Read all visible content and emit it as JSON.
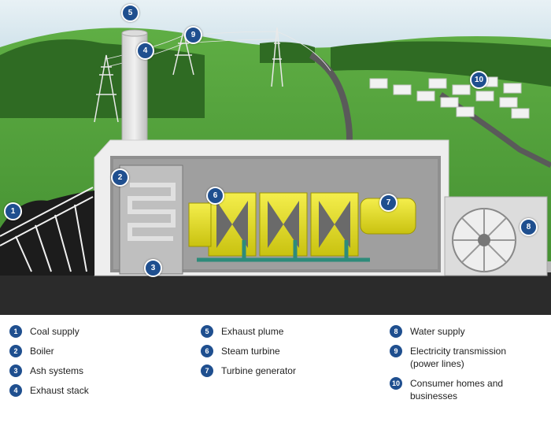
{
  "callouts": [
    {
      "num": "1",
      "label": "Coal supply"
    },
    {
      "num": "2",
      "label": "Boiler"
    },
    {
      "num": "3",
      "label": "Ash systems"
    },
    {
      "num": "4",
      "label": "Exhaust stack"
    },
    {
      "num": "5",
      "label": "Exhaust plume"
    },
    {
      "num": "6",
      "label": "Steam turbine"
    },
    {
      "num": "7",
      "label": "Turbine generator"
    },
    {
      "num": "8",
      "label": "Water supply"
    },
    {
      "num": "9",
      "label": "Electricity transmission (power lines)"
    },
    {
      "num": "10",
      "label": "Consumer homes and businesses"
    }
  ],
  "colors": {
    "badge": "#1f4f8f",
    "turbine": "#e6e01c",
    "sky": "#cfe3ec",
    "grass": "#4f9a3a",
    "ground": "#b7b7b7"
  }
}
